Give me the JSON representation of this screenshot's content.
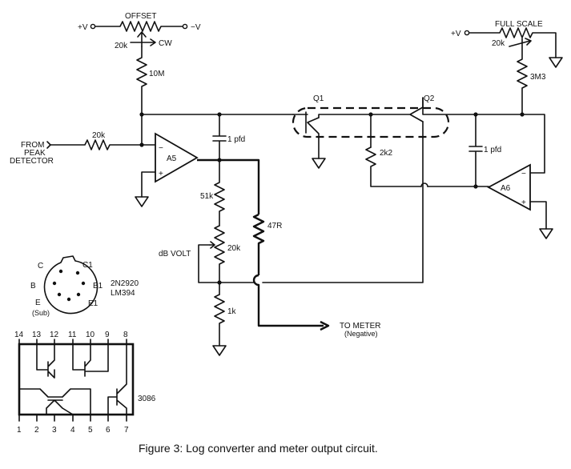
{
  "caption": "Figure 3: Log converter and meter output circuit.",
  "labels": {
    "plus_v": "+V",
    "minus_v": "−V",
    "offset": "OFFSET",
    "offset_pot": "20k",
    "cw": "CW",
    "r_10m": "10M",
    "from_peak_1": "FROM",
    "from_peak_2": "PEAK",
    "from_peak_3": "DETECTOR",
    "r_20k_in": "20k",
    "c_1pfd_a5": "1 pfd",
    "a5": "A5",
    "r_51k": "51k",
    "r_47r": "47R",
    "db_volt": "dB VOLT",
    "pot_20k": "20k",
    "r_1k": "1k",
    "to_meter": "TO METER",
    "negative": "(Negative)",
    "q1": "Q1",
    "q2": "Q2",
    "r_2k2": "2k2",
    "c_1pfd_a6": "1 pfd",
    "a6": "A6",
    "plus_v_fs": "+V",
    "full_scale": "FULL SCALE",
    "fs_pot": "20k",
    "r_3m3": "3M3",
    "pin_c": "C",
    "pin_c1": "C1",
    "pin_b": "B",
    "pin_b1": "B1",
    "pin_e": "E",
    "pin_e1": "E1",
    "pin_sub": "(Sub)",
    "part_2n2920": "2N2920",
    "part_lm394": "LM394",
    "part_3086": "3086",
    "opamp_minus": "−",
    "opamp_plus": "+"
  },
  "ic_3086_pins_top": [
    "14",
    "13",
    "12",
    "11",
    "10",
    "9",
    "8"
  ],
  "ic_3086_pins_bottom": [
    "1",
    "2",
    "3",
    "4",
    "5",
    "6",
    "7"
  ]
}
